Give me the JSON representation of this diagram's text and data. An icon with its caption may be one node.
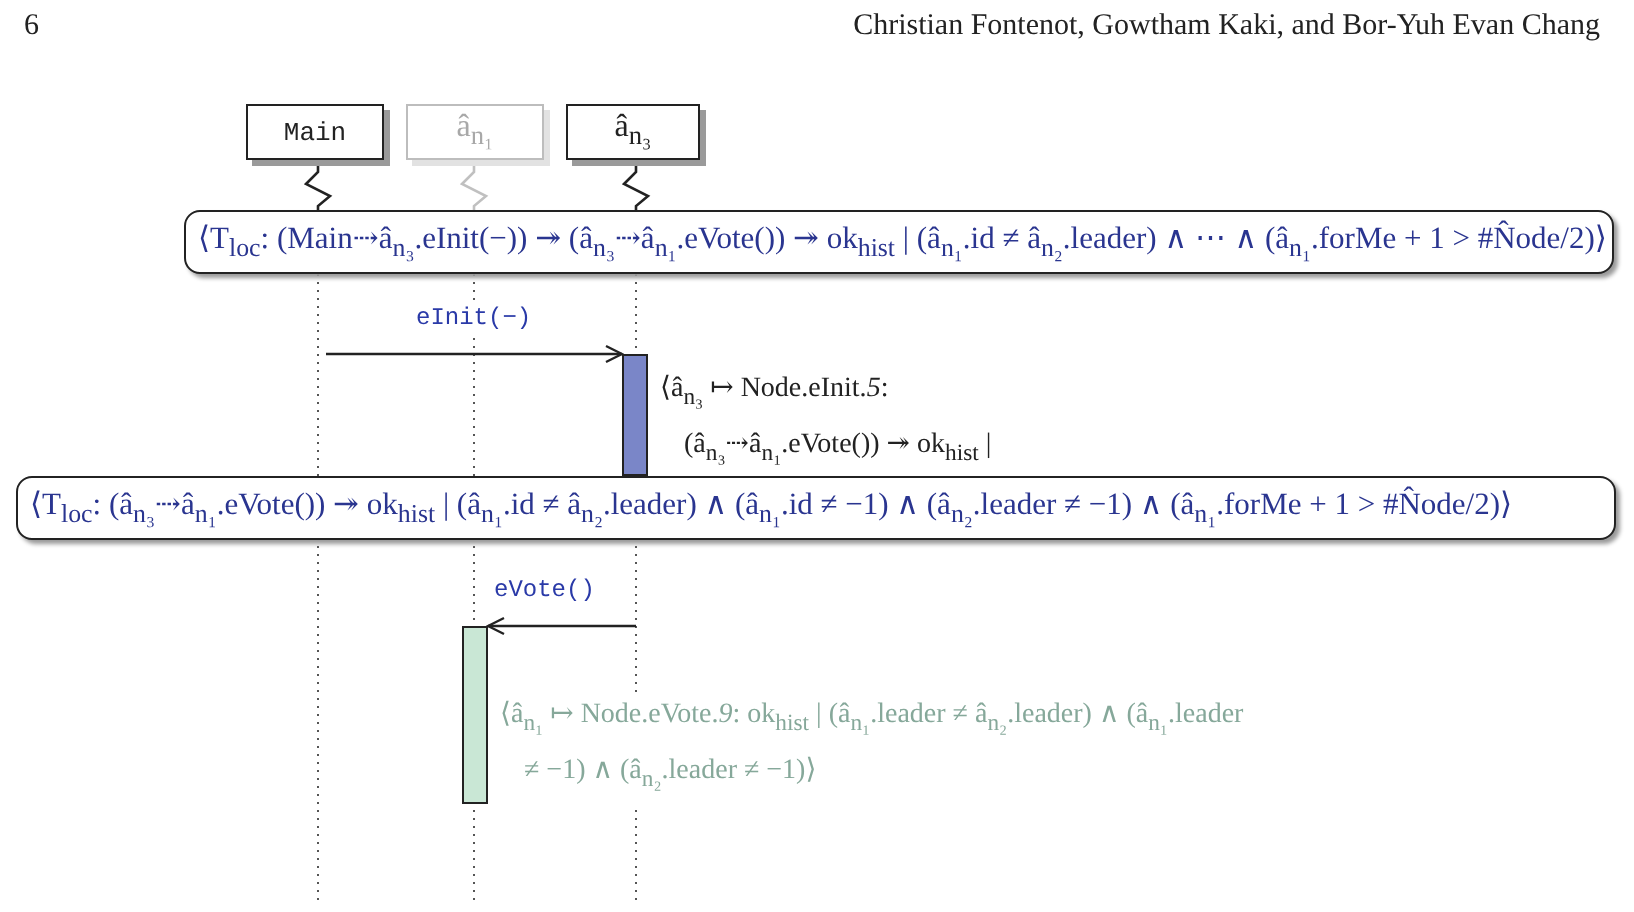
{
  "diagram": {
    "nodes": [
      {
        "text": [
          "Main"
        ]
      },
      {
        "text": [
          "â$_{n₁}$"
        ]
      },
      {
        "text": [
          "â$_{n₃}$"
        ]
      },
      {
        "text": [
          "⟨T$_{loc}$: (Main⇢â$_{n₃}$.eInit(−)) ↠ (â$_{n₃}$⇢â$_{n₁}$.eVote()) ↠ ok$_{hist}$ | (â$_{n₁}$.id ≠ â$_{n₂}$.leader) ∧ ⋯ ∧ (â$_{n₁}$.forMe + 1 > #N̂ode/2)⟩"
        ]
      },
      {
        "text": [],
        "shape": "bar",
        "beside": [
          "⟨â$_{n₃}$ ↦ Node.eInit.*5*: (â$_{n₃}$⇢â$_{n₁}$.eVote()) ↠ ok$_{hist}$ |"
        ]
      },
      {
        "text": [
          "⟨T$_{loc}$: (â$_{n₃}$⇢â$_{n₁}$.eVote()) ↠ ok$_{hist}$ | (â$_{n₁}$.id ≠ â$_{n₂}$.leader) ∧ (â$_{n₁}$.id ≠ −1) ∧ (â$_{n₂}$.leader ≠ −1) ∧ (â$_{n₁}$.forMe + 1 > #N̂ode/2)⟩"
        ]
      },
      {
        "text": [],
        "shape": "bar",
        "beside": [
          "⟨â$_{n₁}$ ↦ Node.eVote.*9*: ok$_{hist}$ | (â$_{n₁}$.leader ≠ â$_{n₂}$.leader) ∧ (â$_{n₁}$.leader ≠ −1) ∧ (â$_{n₂}$.leader ≠ −1)⟩"
        ]
      }
    ],
    "edges": [
      {
        "from": 0,
        "to": 3,
        "arrow": "none"
      },
      {
        "from": 1,
        "to": 3,
        "arrow": "none",
        "color": "#c0c0c0"
      },
      {
        "from": 2,
        "to": 3,
        "arrow": "none"
      },
      {
        "from": null,
        "to": 4,
        "arrow": "to",
        "label": "eInit(−)"
      },
      {
        "from": null,
        "to": 6,
        "arrow": "to",
        "label": "eVote()"
      }
    ],
    "labels": [
      "6",
      "Christian Fontenot, Gowtham Kaki, and Bor-Yuh Evan Chang"
    ]
  }
}
